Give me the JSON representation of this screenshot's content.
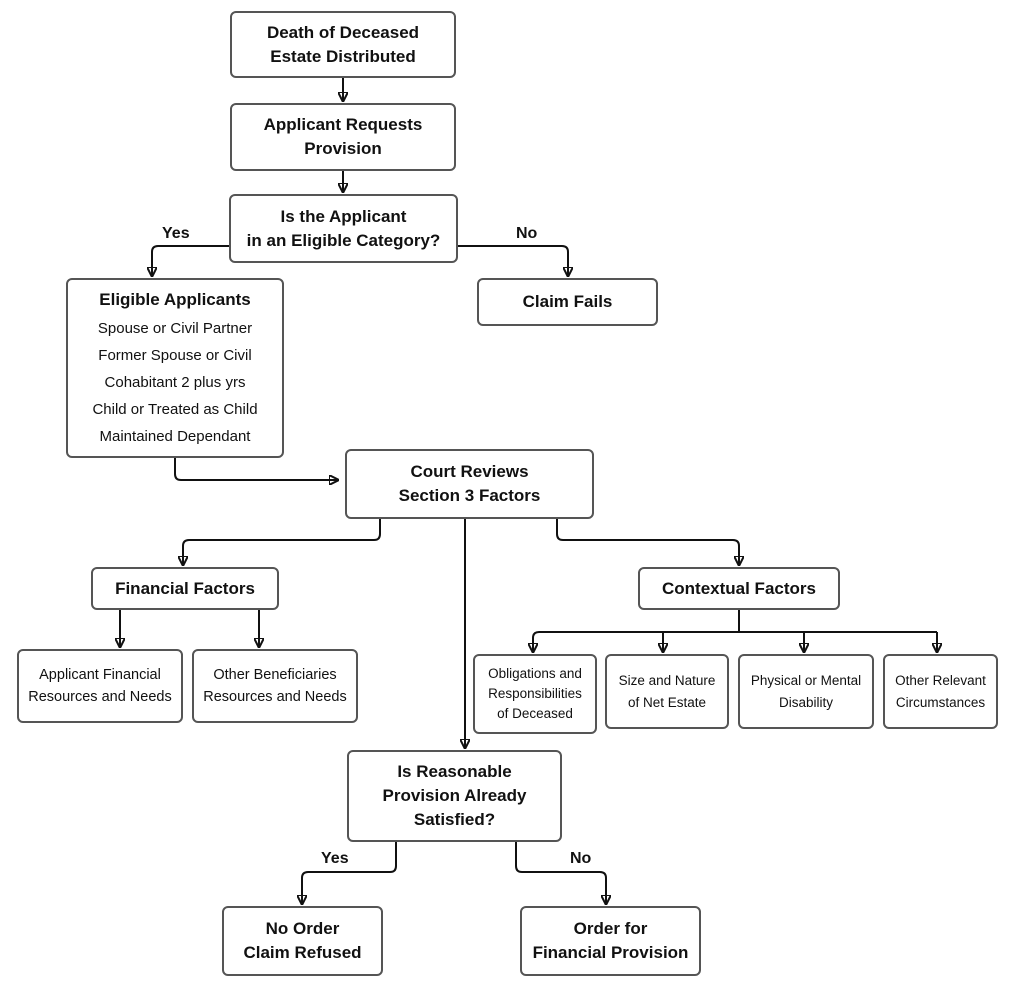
{
  "nodes": {
    "death": {
      "lines": [
        "Death of Deceased",
        "Estate Distributed"
      ]
    },
    "request": {
      "lines": [
        "Applicant Requests",
        "Provision"
      ]
    },
    "eligible_q": {
      "lines": [
        "Is the Applicant",
        "in an Eligible Category?"
      ]
    },
    "eligible": {
      "title": "Eligible Applicants",
      "items": [
        "Spouse or Civil Partner",
        "Former Spouse or Civil",
        "Cohabitant 2 plus yrs",
        "Child or Treated as Child",
        "Maintained Dependant"
      ]
    },
    "fails": {
      "lines": [
        "Claim Fails"
      ]
    },
    "court": {
      "lines": [
        "Court Reviews",
        "Section 3 Factors"
      ]
    },
    "financial": {
      "lines": [
        "Financial Factors"
      ]
    },
    "contextual": {
      "lines": [
        "Contextual Factors"
      ]
    },
    "applicant_fin": {
      "lines": [
        "Applicant Financial",
        "Resources and Needs"
      ]
    },
    "other_ben": {
      "lines": [
        "Other Beneficiaries",
        "Resources and Needs"
      ]
    },
    "obligations": {
      "lines": [
        "Obligations and",
        "Responsibilities",
        "of Deceased"
      ]
    },
    "size": {
      "lines": [
        "Size and Nature",
        "of Net Estate"
      ]
    },
    "disability": {
      "lines": [
        "Physical or Mental",
        "Disability"
      ]
    },
    "other_rel": {
      "lines": [
        "Other Relevant",
        "Circumstances"
      ]
    },
    "reasonable_q": {
      "lines": [
        "Is Reasonable",
        "Provision Already",
        "Satisfied?"
      ]
    },
    "no_order": {
      "lines": [
        "No Order",
        "Claim Refused"
      ]
    },
    "order": {
      "lines": [
        "Order for",
        "Financial Provision"
      ]
    }
  },
  "labels": {
    "eligible_yes": "Yes",
    "eligible_no": "No",
    "reasonable_yes": "Yes",
    "reasonable_no": "No"
  },
  "colors": {
    "border": "#555555",
    "line": "#111111",
    "text": "#111111"
  }
}
